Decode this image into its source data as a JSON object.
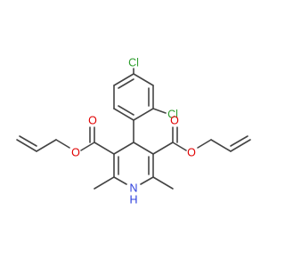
{
  "structure": {
    "colors": {
      "bond": "#444444",
      "chlorine": "#2e9e2e",
      "oxygen": "#e00000",
      "nitrogen": "#2a3cdc",
      "hydrogen": "#2a3cdc"
    },
    "atom_labels": {
      "cl_top": "Cl",
      "cl_ortho": "Cl",
      "o_left_carbonyl": "O",
      "o_left_ester": "O",
      "o_right_carbonyl": "O",
      "o_right_ester": "O",
      "n_ring": "N",
      "h_ring": "H"
    }
  }
}
